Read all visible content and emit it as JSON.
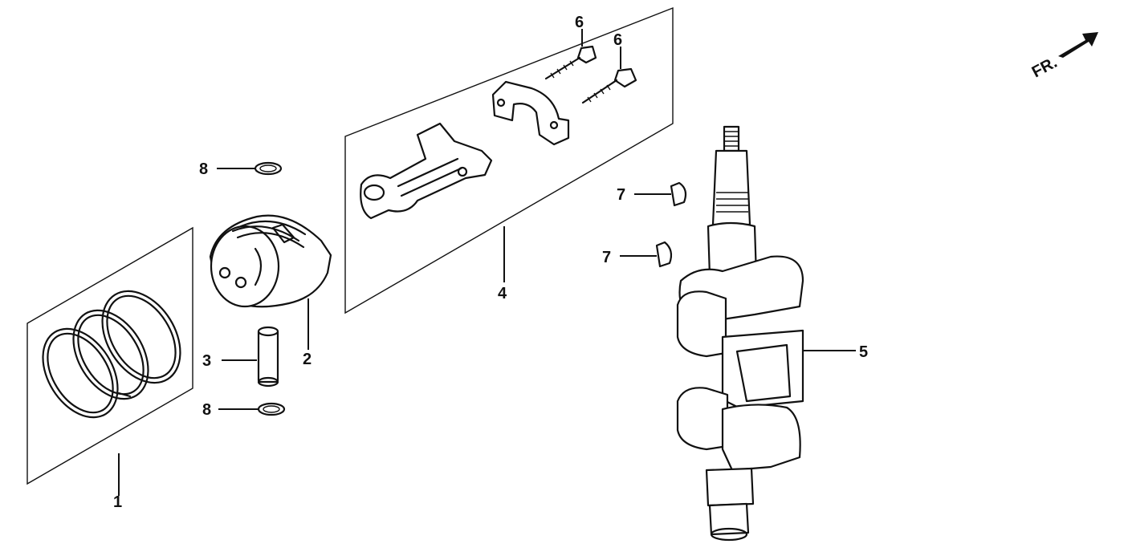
{
  "direction_marker": {
    "text": "FR."
  },
  "callouts": [
    {
      "id": "ring-set",
      "label": "1"
    },
    {
      "id": "piston",
      "label": "2"
    },
    {
      "id": "piston-pin",
      "label": "3"
    },
    {
      "id": "connecting-rod",
      "label": "4"
    },
    {
      "id": "crankshaft",
      "label": "5"
    },
    {
      "id": "rod-bolt-a",
      "label": "6"
    },
    {
      "id": "rod-bolt-b",
      "label": "6"
    },
    {
      "id": "key-upper",
      "label": "7"
    },
    {
      "id": "key-lower",
      "label": "7"
    },
    {
      "id": "clip-upper",
      "label": "8"
    },
    {
      "id": "clip-lower",
      "label": "8"
    }
  ]
}
